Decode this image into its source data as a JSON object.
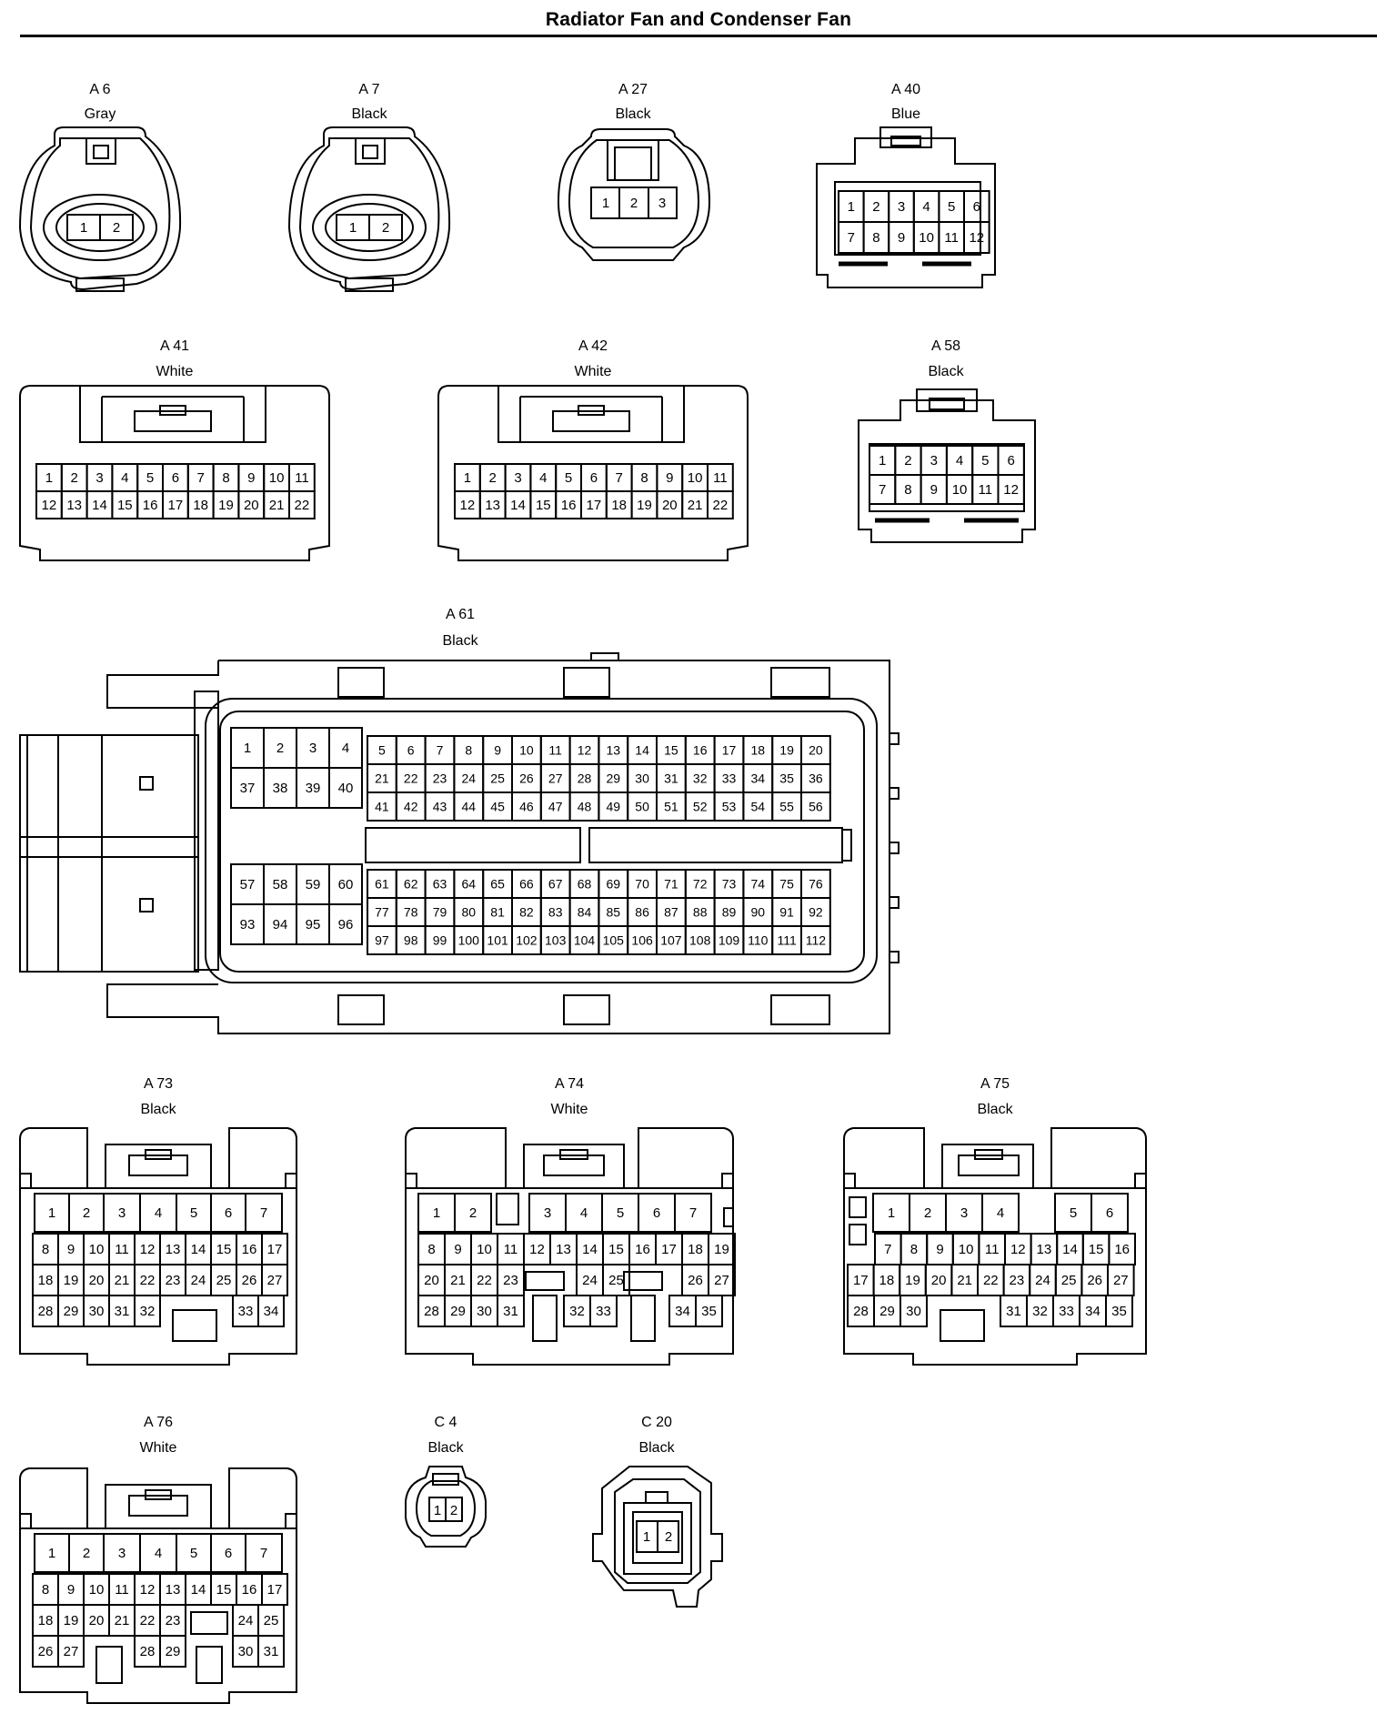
{
  "title": "Radiator Fan and Condenser Fan",
  "colors": {
    "line": "#000000",
    "background": "#ffffff"
  },
  "connectors": {
    "a6": {
      "id": "A 6",
      "color": "Gray",
      "pins": [
        "1",
        "2"
      ]
    },
    "a7": {
      "id": "A 7",
      "color": "Black",
      "pins": [
        "1",
        "2"
      ]
    },
    "a27": {
      "id": "A 27",
      "color": "Black",
      "pins": [
        "1",
        "2",
        "3"
      ]
    },
    "a40": {
      "id": "A 40",
      "color": "Blue",
      "rows": [
        [
          "1",
          "2",
          "3",
          "4",
          "5",
          "6"
        ],
        [
          "7",
          "8",
          "9",
          "10",
          "11",
          "12"
        ]
      ]
    },
    "a41": {
      "id": "A 41",
      "color": "White",
      "rows": [
        [
          "1",
          "2",
          "3",
          "4",
          "5",
          "6",
          "7",
          "8",
          "9",
          "10",
          "11"
        ],
        [
          "12",
          "13",
          "14",
          "15",
          "16",
          "17",
          "18",
          "19",
          "20",
          "21",
          "22"
        ]
      ]
    },
    "a42": {
      "id": "A 42",
      "color": "White",
      "rows": [
        [
          "1",
          "2",
          "3",
          "4",
          "5",
          "6",
          "7",
          "8",
          "9",
          "10",
          "11"
        ],
        [
          "12",
          "13",
          "14",
          "15",
          "16",
          "17",
          "18",
          "19",
          "20",
          "21",
          "22"
        ]
      ]
    },
    "a58": {
      "id": "A 58",
      "color": "Black",
      "rows": [
        [
          "1",
          "2",
          "3",
          "4",
          "5",
          "6"
        ],
        [
          "7",
          "8",
          "9",
          "10",
          "11",
          "12"
        ]
      ]
    },
    "a61": {
      "id": "A 61",
      "color": "Black",
      "top_left": [
        [
          "1",
          "2",
          "3",
          "4"
        ],
        [
          "37",
          "38",
          "39",
          "40"
        ]
      ],
      "top_right": [
        [
          "5",
          "6",
          "7",
          "8",
          "9",
          "10",
          "11",
          "12",
          "13",
          "14",
          "15",
          "16",
          "17",
          "18",
          "19",
          "20"
        ],
        [
          "21",
          "22",
          "23",
          "24",
          "25",
          "26",
          "27",
          "28",
          "29",
          "30",
          "31",
          "32",
          "33",
          "34",
          "35",
          "36"
        ],
        [
          "41",
          "42",
          "43",
          "44",
          "45",
          "46",
          "47",
          "48",
          "49",
          "50",
          "51",
          "52",
          "53",
          "54",
          "55",
          "56"
        ]
      ],
      "bottom_left": [
        [
          "57",
          "58",
          "59",
          "60"
        ],
        [
          "93",
          "94",
          "95",
          "96"
        ]
      ],
      "bottom_right": [
        [
          "61",
          "62",
          "63",
          "64",
          "65",
          "66",
          "67",
          "68",
          "69",
          "70",
          "71",
          "72",
          "73",
          "74",
          "75",
          "76"
        ],
        [
          "77",
          "78",
          "79",
          "80",
          "81",
          "82",
          "83",
          "84",
          "85",
          "86",
          "87",
          "88",
          "89",
          "90",
          "91",
          "92"
        ],
        [
          "97",
          "98",
          "99",
          "100",
          "101",
          "102",
          "103",
          "104",
          "105",
          "106",
          "107",
          "108",
          "109",
          "110",
          "111",
          "112"
        ]
      ]
    },
    "a73": {
      "id": "A 73",
      "color": "Black",
      "rows": [
        [
          "1",
          "2",
          "3",
          "4",
          "5",
          "6",
          "7"
        ],
        [
          "8",
          "9",
          "10",
          "11",
          "12",
          "13",
          "14",
          "15",
          "16",
          "17"
        ],
        [
          "18",
          "19",
          "20",
          "21",
          "22",
          "23",
          "24",
          "25",
          "26",
          "27"
        ],
        [
          "28",
          "29",
          "30",
          "31",
          "32",
          "",
          "",
          "",
          "33",
          "34"
        ]
      ]
    },
    "a74": {
      "id": "A 74",
      "color": "White",
      "rows": [
        [
          "1",
          "2",
          "",
          "3",
          "4",
          "5",
          "6",
          "7"
        ],
        [
          "8",
          "9",
          "10",
          "11",
          "12",
          "13",
          "14",
          "15",
          "16",
          "17",
          "18",
          "19"
        ],
        [
          "20",
          "21",
          "22",
          "23",
          "",
          "",
          "24",
          "25",
          "",
          "",
          "26",
          "27"
        ],
        [
          "28",
          "29",
          "30",
          "31",
          "",
          "32",
          "33",
          "",
          "",
          "34",
          "35"
        ]
      ]
    },
    "a75": {
      "id": "A 75",
      "color": "Black",
      "rows": [
        [
          "1",
          "2",
          "3",
          "4",
          "",
          "5",
          "6"
        ],
        [
          "7",
          "8",
          "9",
          "10",
          "11",
          "12",
          "13",
          "14",
          "15",
          "16"
        ],
        [
          "17",
          "18",
          "19",
          "20",
          "21",
          "22",
          "23",
          "24",
          "25",
          "26",
          "27"
        ],
        [
          "28",
          "29",
          "30",
          "",
          "",
          "31",
          "32",
          "33",
          "34",
          "35"
        ]
      ]
    },
    "a76": {
      "id": "A 76",
      "color": "White",
      "rows": [
        [
          "1",
          "2",
          "3",
          "4",
          "5",
          "6",
          "7"
        ],
        [
          "8",
          "9",
          "10",
          "11",
          "12",
          "13",
          "14",
          "15",
          "16",
          "17"
        ],
        [
          "18",
          "19",
          "20",
          "21",
          "22",
          "23",
          "",
          "",
          "24",
          "25"
        ],
        [
          "26",
          "27",
          "",
          "28",
          "29",
          "",
          "30",
          "31"
        ]
      ]
    },
    "c4": {
      "id": "C 4",
      "color": "Black",
      "pins": [
        "1",
        "2"
      ]
    },
    "c20": {
      "id": "C 20",
      "color": "Black",
      "pins": [
        "1",
        "2"
      ]
    }
  }
}
